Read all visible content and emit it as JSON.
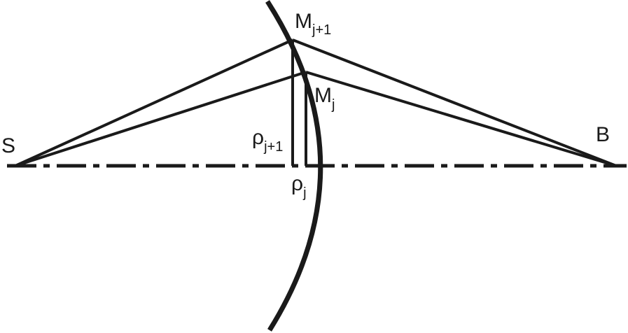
{
  "labels": {
    "source": "S",
    "observer": "B",
    "point_next_main": "M",
    "point_next_sub": "j+1",
    "point_main": "M",
    "point_sub": "j",
    "rho_next_main": "ρ",
    "rho_next_sub": "j+1",
    "rho_main": "ρ",
    "rho_sub": "j"
  },
  "colors": {
    "ink": "#1a1a1a",
    "background": "#ffffff"
  }
}
